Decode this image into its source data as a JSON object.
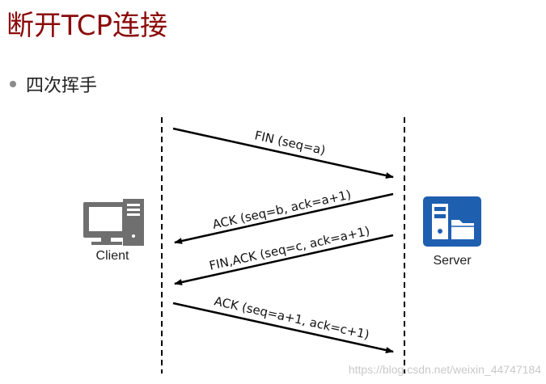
{
  "title": "断开TCP连接",
  "bullet": "四次挥手",
  "nodes": {
    "client_label": "Client",
    "server_label": "Server"
  },
  "messages": [
    {
      "label": "FIN (seq=a)",
      "direction": "client-to-server"
    },
    {
      "label": "ACK (seq=b, ack=a+1)",
      "direction": "server-to-client"
    },
    {
      "label": "FIN,ACK (seq=c, ack=a+1)",
      "direction": "server-to-client"
    },
    {
      "label": "ACK (seq=a+1, ack=c+1)",
      "direction": "client-to-server"
    }
  ],
  "watermark": "https://blog.csdn.net/weixin_44747184",
  "colors": {
    "title": "#8b0a0a",
    "server_icon_bg": "#1f5fb0",
    "client_icon": "#6f6f6f"
  }
}
